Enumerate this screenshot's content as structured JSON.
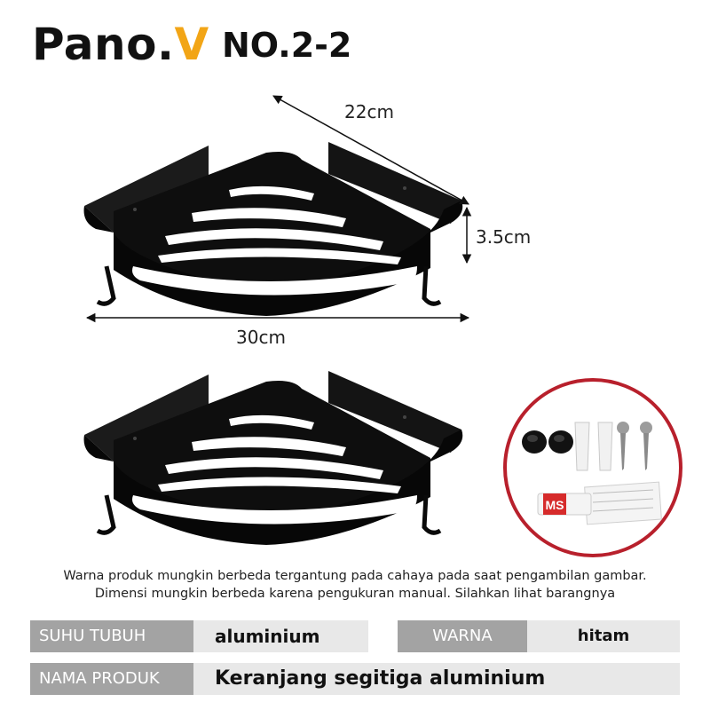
{
  "brand": {
    "name": "Pano.",
    "accent": "V",
    "accent_color": "#f2a516"
  },
  "model": "NO.2-2",
  "dimensions": {
    "depth": "22cm",
    "height": "3.5cm",
    "width": "30cm"
  },
  "accessories": {
    "tube_label": "MS"
  },
  "notes": [
    "Warna produk mungkin berbeda tergantung pada cahaya pada saat pengambilan gambar.",
    "Dimensi mungkin berbeda karena pengukuran manual. Silahkan lihat barangnya"
  ],
  "specs": {
    "material": {
      "label": "SUHU TUBUH",
      "value": "aluminium"
    },
    "color": {
      "label": "WARNA",
      "value": "hitam"
    },
    "product_name": {
      "label": "NAMA PRODUK",
      "value": "Keranjang segitiga aluminium"
    }
  }
}
